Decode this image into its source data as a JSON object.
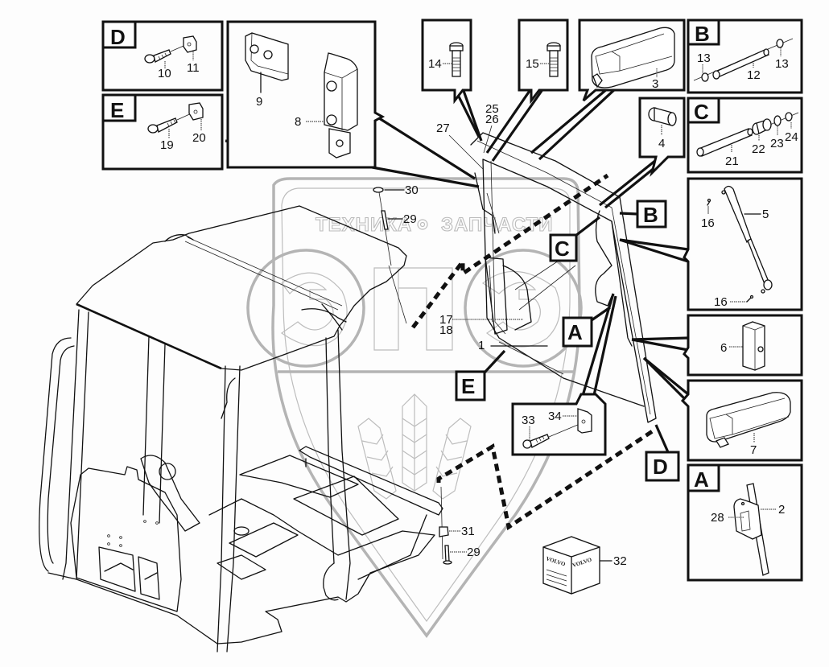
{
  "diagram": {
    "title": "Cab frame and door parts exploded view",
    "watermark": {
      "logo_text": "ЭПЭ",
      "left_text": "ТЕХНИКА",
      "right_text": "ЗАПЧАСТИ"
    },
    "detail_panels": [
      {
        "id": "D",
        "label": "D",
        "parts": [
          "10",
          "11"
        ],
        "description": "Bolt with square nut"
      },
      {
        "id": "E",
        "label": "E",
        "parts": [
          "19",
          "20"
        ],
        "description": "Bolt with square nut"
      },
      {
        "id": "hinge",
        "label": "",
        "parts": [
          "9",
          "8"
        ],
        "description": "Hinge plates"
      },
      {
        "id": "bolt14",
        "label": "",
        "parts": [
          "14"
        ],
        "description": "Bolt"
      },
      {
        "id": "bolt15",
        "label": "",
        "parts": [
          "15"
        ],
        "description": "Bolt"
      },
      {
        "id": "seal3",
        "label": "",
        "parts": [
          "3"
        ],
        "description": "Seal profile"
      },
      {
        "id": "B",
        "label": "B",
        "parts": [
          "13",
          "12",
          "13"
        ],
        "description": "Pin with circlips"
      },
      {
        "id": "bushing4",
        "label": "",
        "parts": [
          "4"
        ],
        "description": "Bushing"
      },
      {
        "id": "C",
        "label": "C",
        "parts": [
          "21",
          "22",
          "23",
          "24"
        ],
        "description": "Pin with bushing and washers"
      },
      {
        "id": "strut5",
        "label": "",
        "parts": [
          "16",
          "5",
          "16"
        ],
        "description": "Gas strut with pins"
      },
      {
        "id": "block6",
        "label": "",
        "parts": [
          "6"
        ],
        "description": "Block"
      },
      {
        "id": "seal7",
        "label": "",
        "parts": [
          "7"
        ],
        "description": "Seal profile"
      },
      {
        "id": "A",
        "label": "A",
        "parts": [
          "28",
          "2"
        ],
        "description": "Latch"
      },
      {
        "id": "bolt33",
        "label": "",
        "parts": [
          "33",
          "34"
        ],
        "description": "Bolt with square nut"
      }
    ],
    "callout_tags": [
      "D",
      "E",
      "B",
      "C",
      "A",
      "B",
      "C",
      "A",
      "E",
      "D"
    ],
    "part_numbers": {
      "p1": "1",
      "p2": "2",
      "p3": "3",
      "p4": "4",
      "p5": "5",
      "p6": "6",
      "p7": "7",
      "p8": "8",
      "p9": "9",
      "p10": "10",
      "p11": "11",
      "p12": "12",
      "p13a": "13",
      "p13b": "13",
      "p14": "14",
      "p15": "15",
      "p16a": "16",
      "p16b": "16",
      "p17": "17",
      "p18": "18",
      "p19": "19",
      "p20": "20",
      "p21": "21",
      "p22": "22",
      "p23": "23",
      "p24": "24",
      "p25": "25",
      "p26": "26",
      "p27": "27",
      "p28": "28",
      "p29a": "29",
      "p29b": "29",
      "p30": "30",
      "p31": "31",
      "p32": "32",
      "p33": "33",
      "p34": "34"
    },
    "kit_box_brand": "VOLVO"
  }
}
